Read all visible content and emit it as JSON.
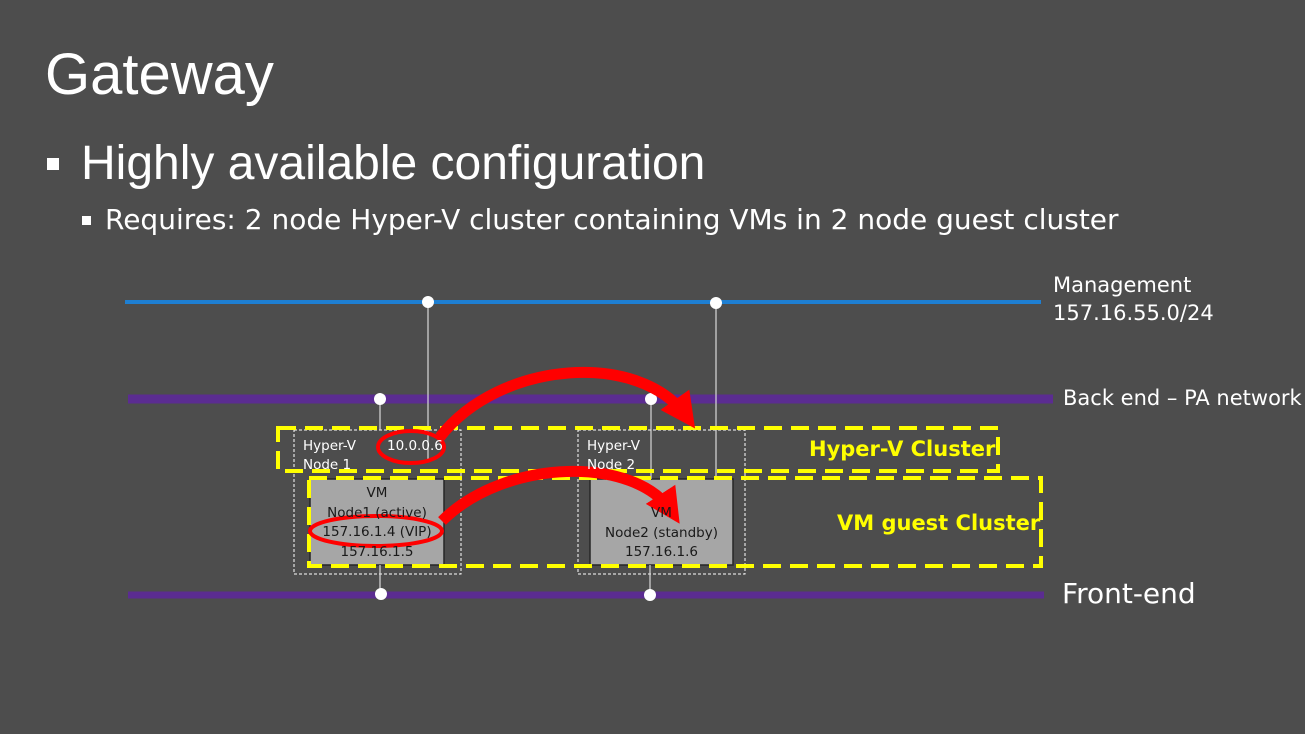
{
  "slide": {
    "title": "Gateway",
    "bullet_1": "Highly available configuration",
    "bullet_2": "Requires: 2 node Hyper-V cluster containing VMs in 2 node guest cluster"
  },
  "networks": {
    "management": {
      "name": "Management",
      "subnet": "157.16.55.0/24",
      "color": "#1e7fd2"
    },
    "backend": {
      "name": "Back end – PA network",
      "color": "#5b2c91"
    },
    "frontend": {
      "name": "Front-end",
      "color": "#5b2c91"
    }
  },
  "hosts": [
    {
      "line1": "Hyper-V",
      "line2": "Node 1",
      "ip": "10.0.0.6"
    },
    {
      "line1": "Hyper-V",
      "line2": "Node 2"
    }
  ],
  "vms": [
    {
      "line1": "VM",
      "line2": "Node1 (active)",
      "line3": "157.16.1.4 (VIP)",
      "line4": "157.16.1.5"
    },
    {
      "line1": "VM",
      "line2": "Node2 (standby)",
      "line3": "157.16.1.6"
    }
  ],
  "clusters": {
    "hyperv": "Hyper-V Cluster",
    "guest": "VM guest Cluster",
    "highlight_color": "#ffff00"
  },
  "annotation_color": "#ff0000"
}
